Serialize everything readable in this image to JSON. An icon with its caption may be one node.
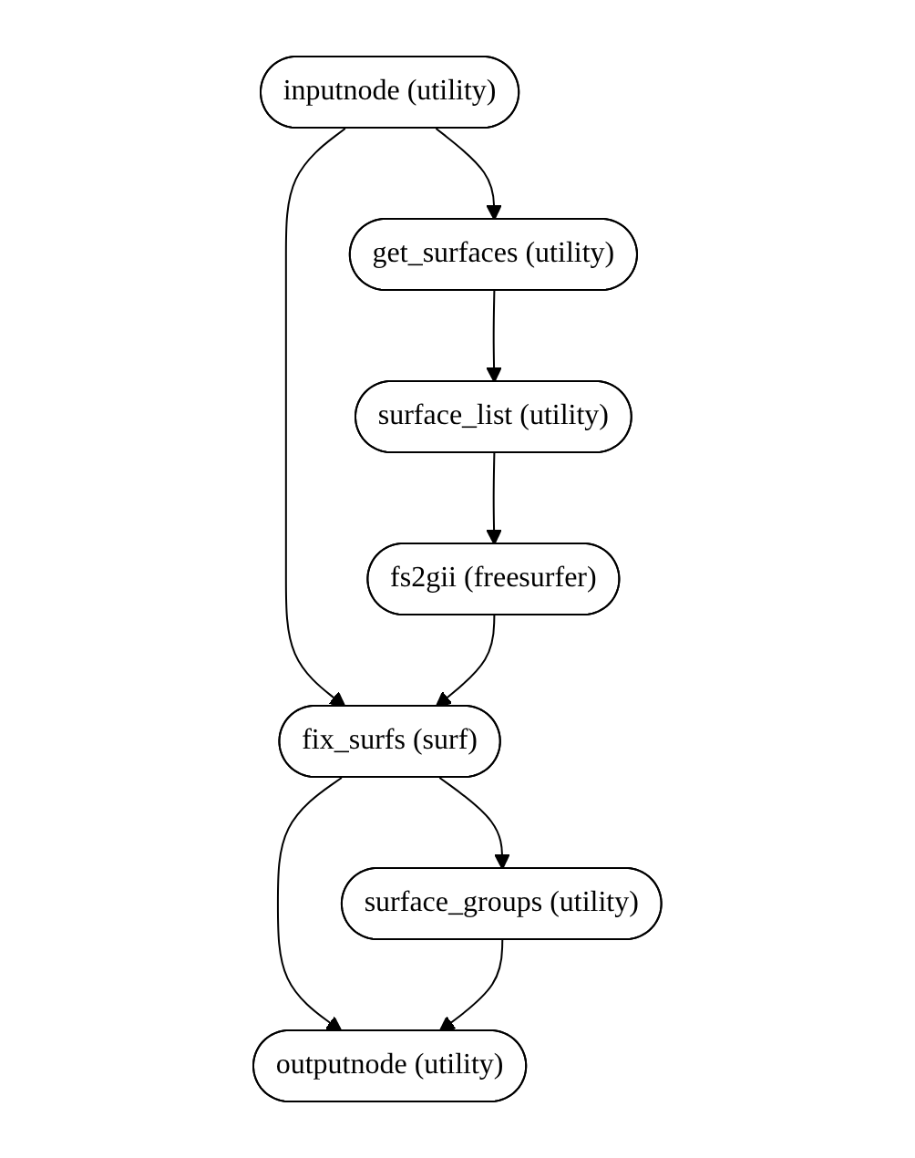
{
  "diagram": {
    "nodes": [
      {
        "text": [
          "inputnode (utility)"
        ]
      },
      {
        "text": [
          "get_surfaces (utility)"
        ]
      },
      {
        "text": [
          "surface_list (utility)"
        ]
      },
      {
        "text": [
          "fs2gii (freesurfer)"
        ]
      },
      {
        "text": [
          "fix_surfs (surf)"
        ]
      },
      {
        "text": [
          "surface_groups (utility)"
        ]
      },
      {
        "text": [
          "outputnode (utility)"
        ]
      }
    ],
    "edges": [
      {
        "from": 0,
        "to": 1,
        "arrow": "to"
      },
      {
        "from": 0,
        "to": 4,
        "arrow": "to"
      },
      {
        "from": 1,
        "to": 2,
        "arrow": "to"
      },
      {
        "from": 2,
        "to": 3,
        "arrow": "to"
      },
      {
        "from": 3,
        "to": 4,
        "arrow": "to"
      },
      {
        "from": 4,
        "to": 5,
        "arrow": "to"
      },
      {
        "from": 4,
        "to": 6,
        "arrow": "to"
      },
      {
        "from": 5,
        "to": 6,
        "arrow": "to"
      }
    ]
  }
}
